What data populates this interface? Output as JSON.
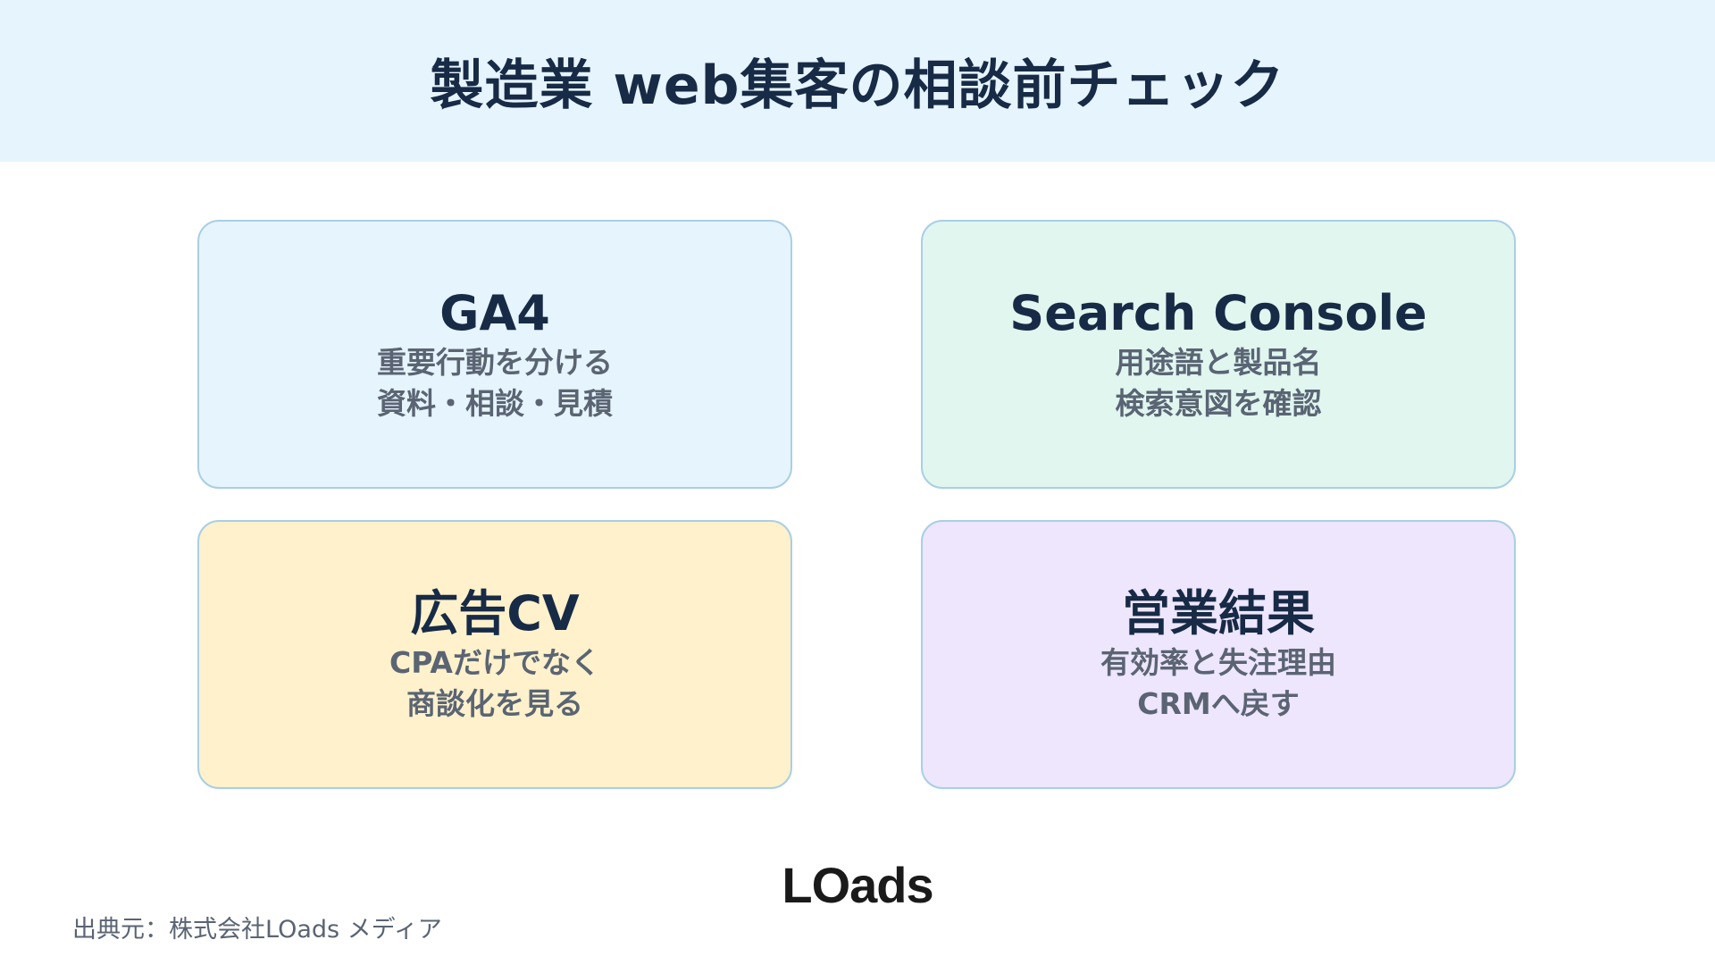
{
  "header": {
    "title": "製造業 web集客の相談前チェック"
  },
  "cards": [
    {
      "title": "GA4",
      "lines": [
        "重要行動を分ける",
        "資料・相談・見積"
      ]
    },
    {
      "title": "Search Console",
      "lines": [
        "用途語と製品名",
        "検索意図を確認"
      ]
    },
    {
      "title": "広告CV",
      "lines": [
        "CPAだけでなく",
        "商談化を見る"
      ]
    },
    {
      "title": "営業結果",
      "lines": [
        "有効率と失注理由",
        "CRMへ戻す"
      ]
    }
  ],
  "logo": {
    "text": "LOads"
  },
  "footer": {
    "source": "出典元：株式会社LOads メディア"
  },
  "colors": {
    "header_bg": "#e6f4fd",
    "card_blue": "#e6f4fd",
    "card_green": "#e0f6ef",
    "card_yellow": "#fef1cb",
    "card_purple": "#ede6fd",
    "card_border": "#a9cfe4",
    "title_text": "#172a46",
    "body_text": "#5a6473"
  }
}
